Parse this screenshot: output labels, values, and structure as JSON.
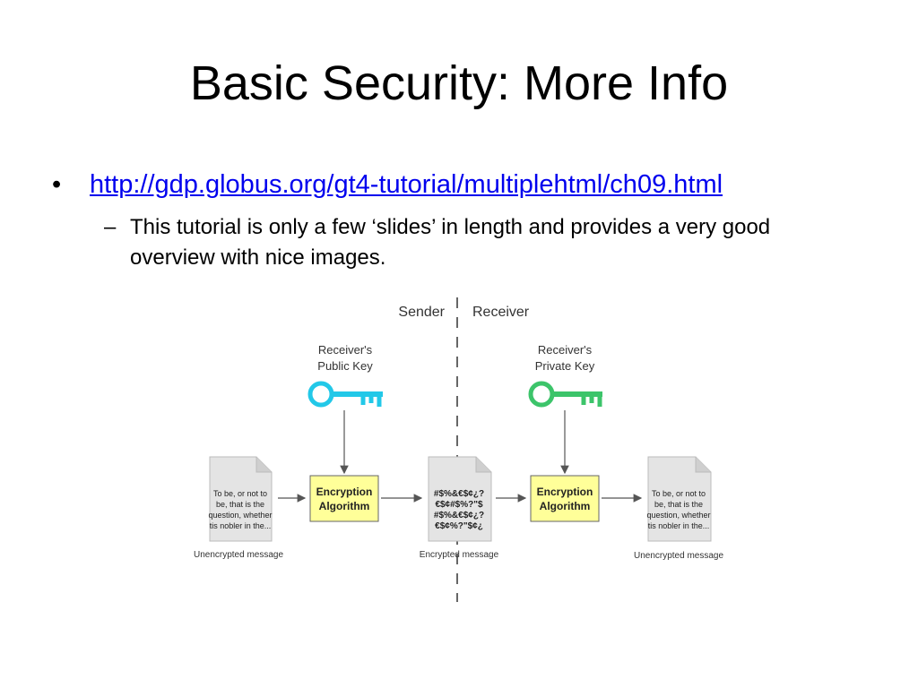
{
  "slide": {
    "title": "Basic Security: More Info",
    "bullet": {
      "marker": "•",
      "link_text": "http://gdp.globus.org/gt4-tutorial/multiplehtml/ch09.html"
    },
    "sub_bullet": {
      "marker": "–",
      "text": "This tutorial is only a few ‘slides’ in length and provides a very good overview with nice images."
    }
  },
  "diagram": {
    "sender_label": "Sender",
    "receiver_label": "Receiver",
    "public_key_label_1": "Receiver's",
    "public_key_label_2": "Public Key",
    "private_key_label_1": "Receiver's",
    "private_key_label_2": "Private Key",
    "encrypt_box_line1": "Encryption",
    "encrypt_box_line2": "Algorithm",
    "decrypt_box_line1": "Encryption",
    "decrypt_box_line2": "Algorithm",
    "plain_doc_lines": [
      "To be, or not to",
      "be, that is the",
      "question, whether",
      "tis nobler in the..."
    ],
    "cipher_doc_lines": [
      "#$%&€$¢¿?",
      "€$¢#$%?\"$",
      "#$%&€$¢¿?",
      "€$¢%?\"$¢¿"
    ],
    "unencrypted_caption_left": "Unencrypted message",
    "encrypted_caption": "Encrypted message",
    "unencrypted_caption_right": "Unencrypted message",
    "colors": {
      "public_key": "#22c8e8",
      "private_key": "#3cc46a",
      "algorithm_box": "#ffff99",
      "document": "#e4e4e4"
    }
  }
}
